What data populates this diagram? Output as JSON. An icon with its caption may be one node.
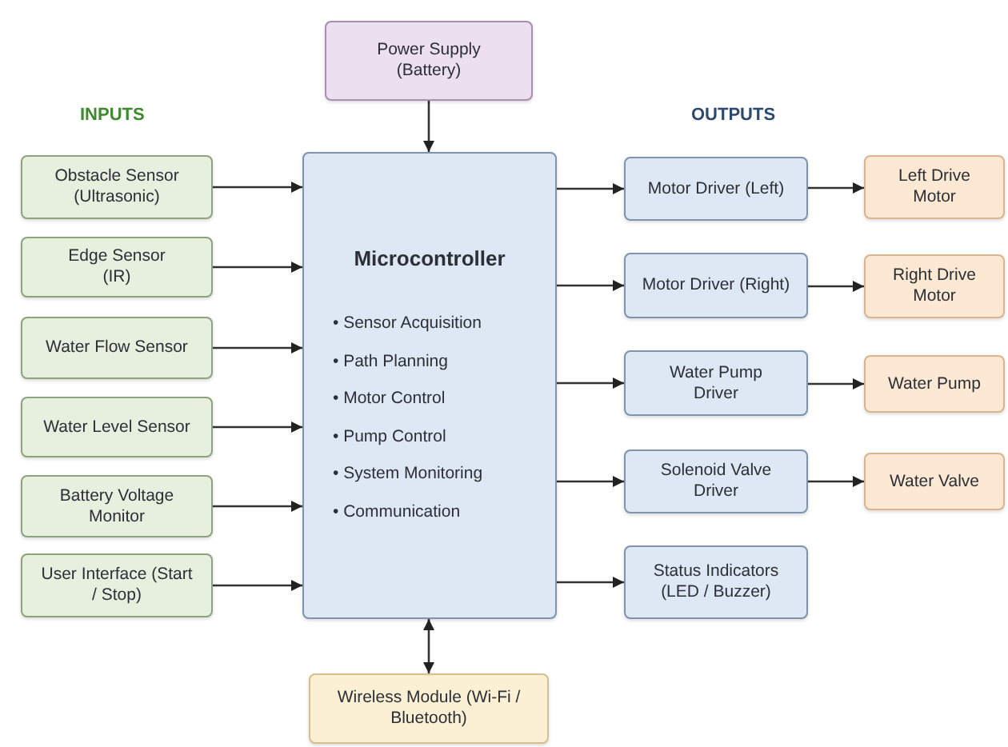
{
  "diagram": {
    "nodes": [
      {
        "text": [
          "Power Supply (Battery)"
        ]
      },
      {
        "text": [
          "Microcontroller",
          "• Sensor Acquisition",
          "• Path Planning",
          "• Motor Control",
          "• Pump Control",
          "• System Monitoring",
          "• Communication"
        ]
      },
      {
        "text": [
          "Obstacle Sensor (Ultrasonic)"
        ]
      },
      {
        "text": [
          "Edge Sensor (IR)"
        ]
      },
      {
        "text": [
          "Water Flow Sensor"
        ]
      },
      {
        "text": [
          "Water Level Sensor"
        ]
      },
      {
        "text": [
          "Battery Voltage Monitor"
        ]
      },
      {
        "text": [
          "User Interface (Start / Stop)"
        ]
      },
      {
        "text": [
          "Motor Driver (Left)"
        ]
      },
      {
        "text": [
          "Motor Driver (Right)"
        ]
      },
      {
        "text": [
          "Water Pump Driver"
        ]
      },
      {
        "text": [
          "Solenoid Valve Driver"
        ]
      },
      {
        "text": [
          "Status Indicators (LED / Buzzer)"
        ]
      },
      {
        "text": [
          "Left Drive Motor"
        ]
      },
      {
        "text": [
          "Right Drive Motor"
        ]
      },
      {
        "text": [
          "Water Pump"
        ]
      },
      {
        "text": [
          "Water Valve"
        ]
      },
      {
        "text": [
          "Wireless Module (Wi-Fi / Bluetooth)"
        ]
      }
    ],
    "edges": [
      {
        "from": 0,
        "to": 1,
        "arrow": "to"
      },
      {
        "from": 2,
        "to": 1,
        "arrow": "to"
      },
      {
        "from": 3,
        "to": 1,
        "arrow": "to"
      },
      {
        "from": 4,
        "to": 1,
        "arrow": "to"
      },
      {
        "from": 5,
        "to": 1,
        "arrow": "to"
      },
      {
        "from": 6,
        "to": 1,
        "arrow": "to"
      },
      {
        "from": 7,
        "to": 1,
        "arrow": "to"
      },
      {
        "from": 1,
        "to": 8,
        "arrow": "to"
      },
      {
        "from": 1,
        "to": 9,
        "arrow": "to"
      },
      {
        "from": 1,
        "to": 10,
        "arrow": "to"
      },
      {
        "from": 1,
        "to": 11,
        "arrow": "to"
      },
      {
        "from": 1,
        "to": 12,
        "arrow": "to"
      },
      {
        "from": 8,
        "to": 13,
        "arrow": "to"
      },
      {
        "from": 9,
        "to": 14,
        "arrow": "to"
      },
      {
        "from": 10,
        "to": 15,
        "arrow": "to"
      },
      {
        "from": 11,
        "to": 16,
        "arrow": "to"
      },
      {
        "from": 1,
        "to": 17,
        "arrow": "both"
      }
    ],
    "labels": [
      "INPUTS",
      "OUTPUTS"
    ]
  }
}
